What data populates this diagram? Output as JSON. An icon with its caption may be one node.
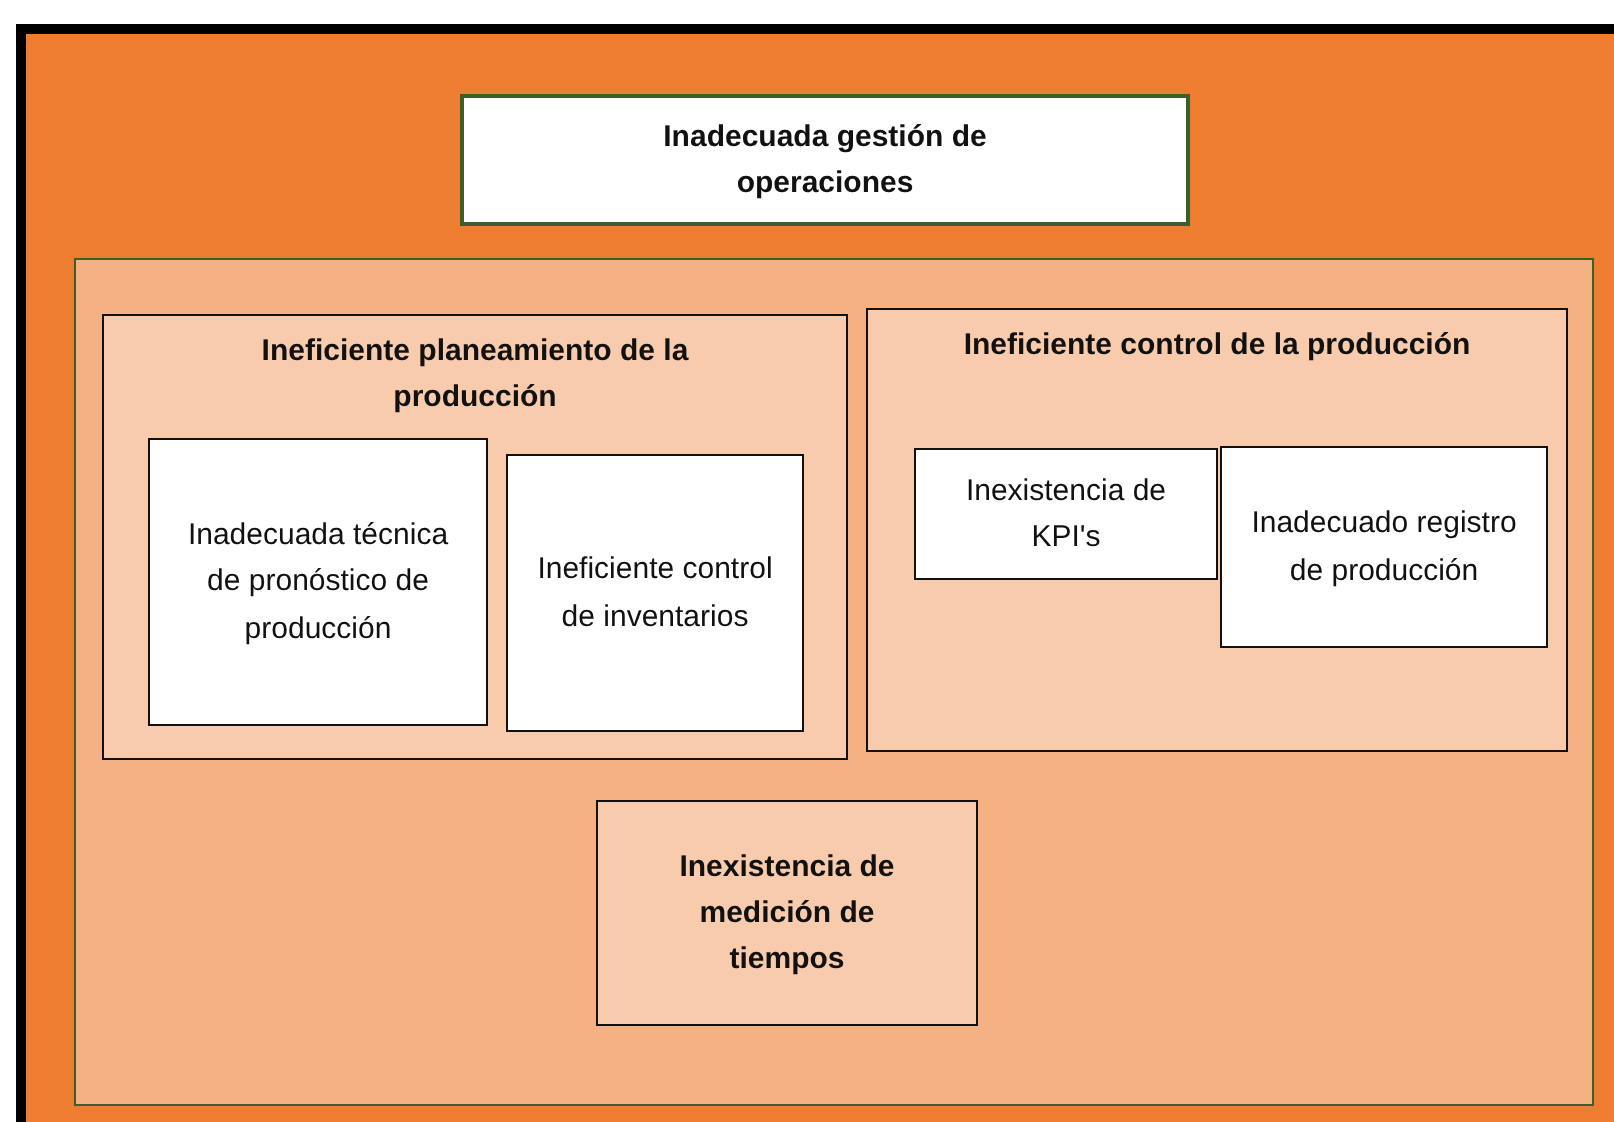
{
  "diagram": {
    "nodes": [
      {
        "text": [],
        "shape": "box"
      },
      {
        "text": [
          "Inadecuada gestión de operaciones"
        ],
        "in": 0
      },
      {
        "text": [],
        "shape": "box",
        "in": 0
      },
      {
        "text": [
          "Ineficiente planeamiento de la producción"
        ],
        "in": 2
      },
      {
        "text": [
          "Inadecuada técnica de pronóstico de producción"
        ],
        "in": 3
      },
      {
        "text": [
          "Ineficiente control de inventarios"
        ],
        "in": 3
      },
      {
        "text": [
          "Ineficiente control de la producción"
        ],
        "in": 2
      },
      {
        "text": [
          "Inexistencia de KPI's"
        ],
        "in": 6
      },
      {
        "text": [
          "Inadecuado registro de producción"
        ],
        "in": 6
      },
      {
        "text": [
          "Inexistencia de medición de tiempos"
        ],
        "in": 2
      }
    ]
  }
}
